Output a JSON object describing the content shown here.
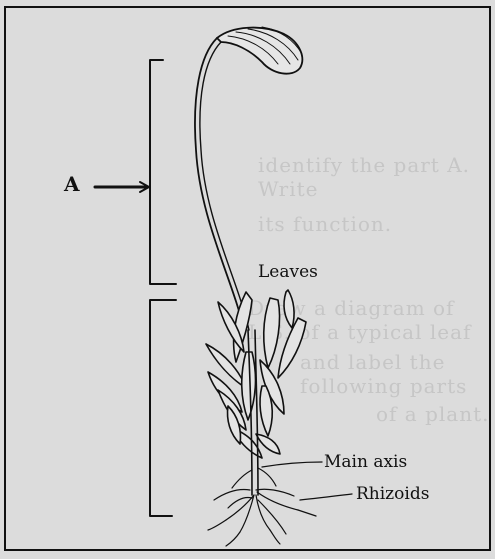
{
  "diagram": {
    "labels": {
      "a": "A",
      "leaves": "Leaves",
      "main_axis": "Main axis",
      "rhizoids": "Rhizoids"
    },
    "background_text": [
      "identify the part A. Write",
      "its function.",
      "Draw a diagram of L.S. of a typical leaf",
      "and label the following parts",
      "of a plant."
    ]
  }
}
